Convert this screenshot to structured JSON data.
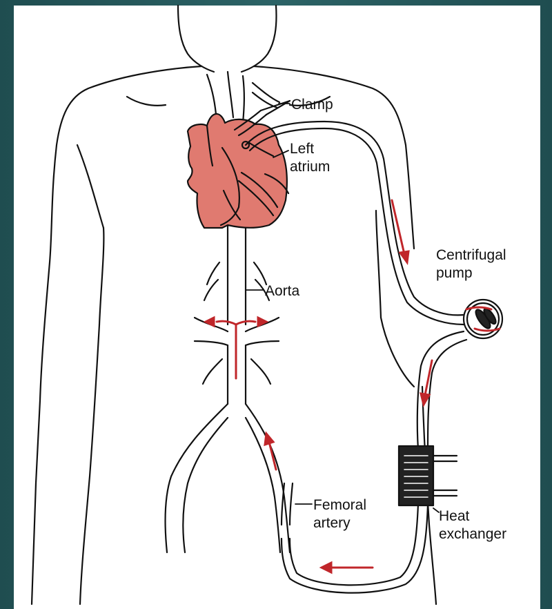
{
  "colors": {
    "background": "#27585a",
    "panel": "#ffffff",
    "ink": "#111111",
    "heart": "#e07a70",
    "flow_arrow": "#c0262a"
  },
  "labels": {
    "clamp": "Clamp",
    "left_atrium_1": "Left",
    "left_atrium_2": "atrium",
    "aorta": "Aorta",
    "centrifugal_1": "Centrifugal",
    "centrifugal_2": "pump",
    "femoral_1": "Femoral",
    "femoral_2": "artery",
    "heat_1": "Heat",
    "heat_2": "exchanger"
  }
}
